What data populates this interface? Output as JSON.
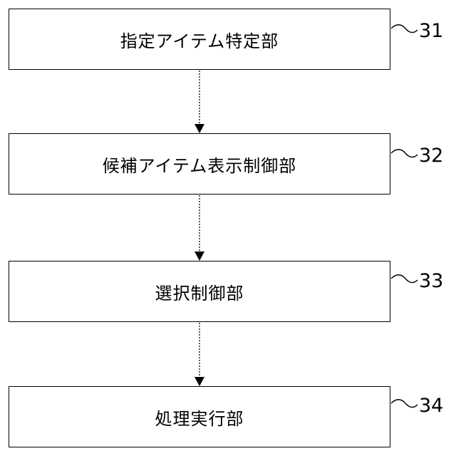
{
  "blocks": [
    {
      "label": "指定アイテム特定部",
      "ref": "31"
    },
    {
      "label": "候補アイテム表示制御部",
      "ref": "32"
    },
    {
      "label": "選択制御部",
      "ref": "33"
    },
    {
      "label": "処理実行部",
      "ref": "34"
    }
  ],
  "colors": {
    "line": "#000000",
    "background": "#ffffff"
  }
}
